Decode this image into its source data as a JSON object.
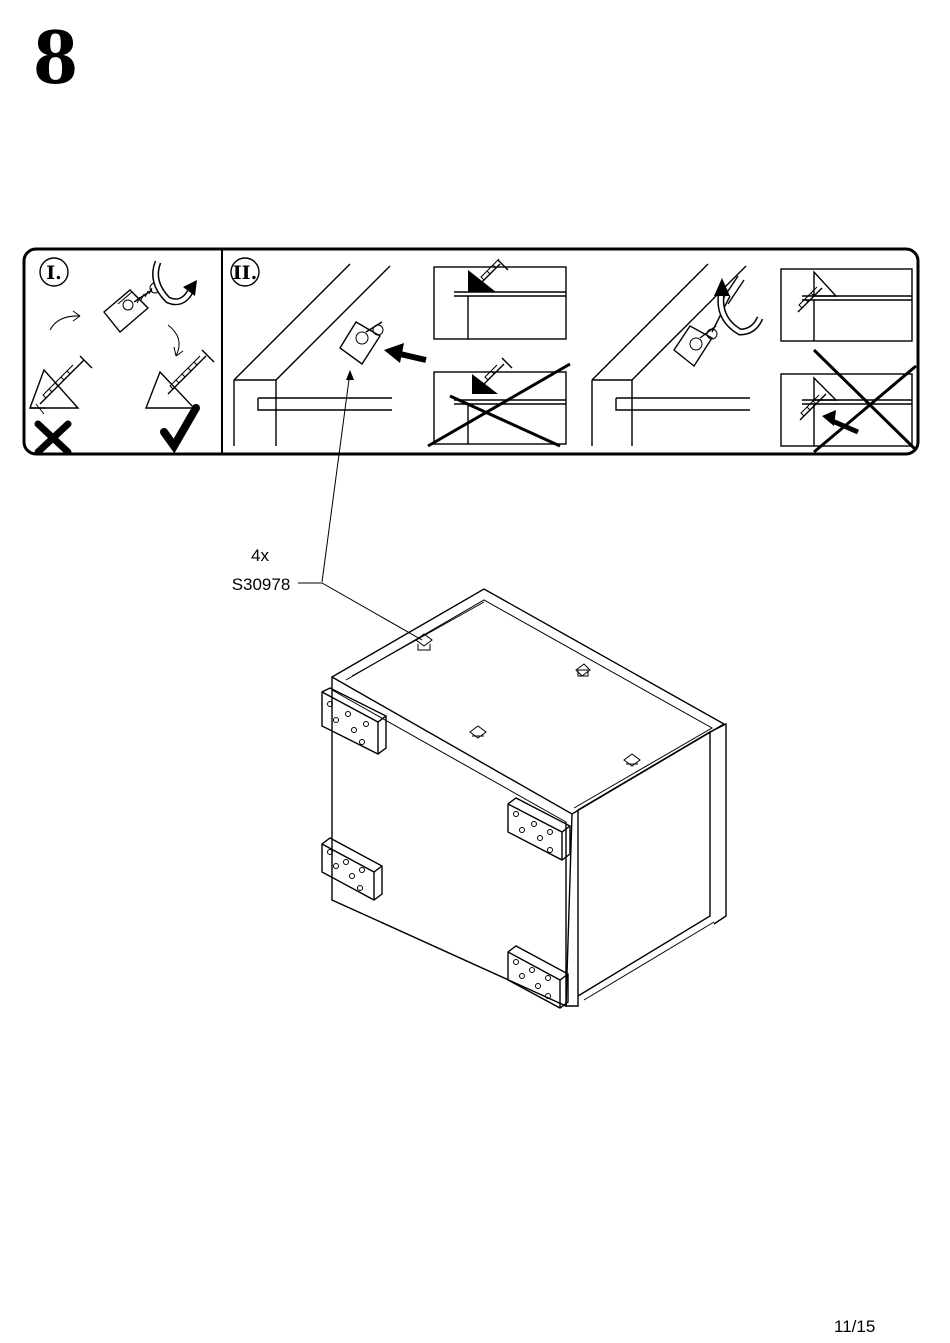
{
  "step": {
    "number": "8"
  },
  "instruction_panel": {
    "step_one_label": "I.",
    "step_two_label": "II."
  },
  "callout": {
    "quantity": "4x",
    "part_code": "S30978"
  },
  "footer": {
    "page": "11/15"
  }
}
